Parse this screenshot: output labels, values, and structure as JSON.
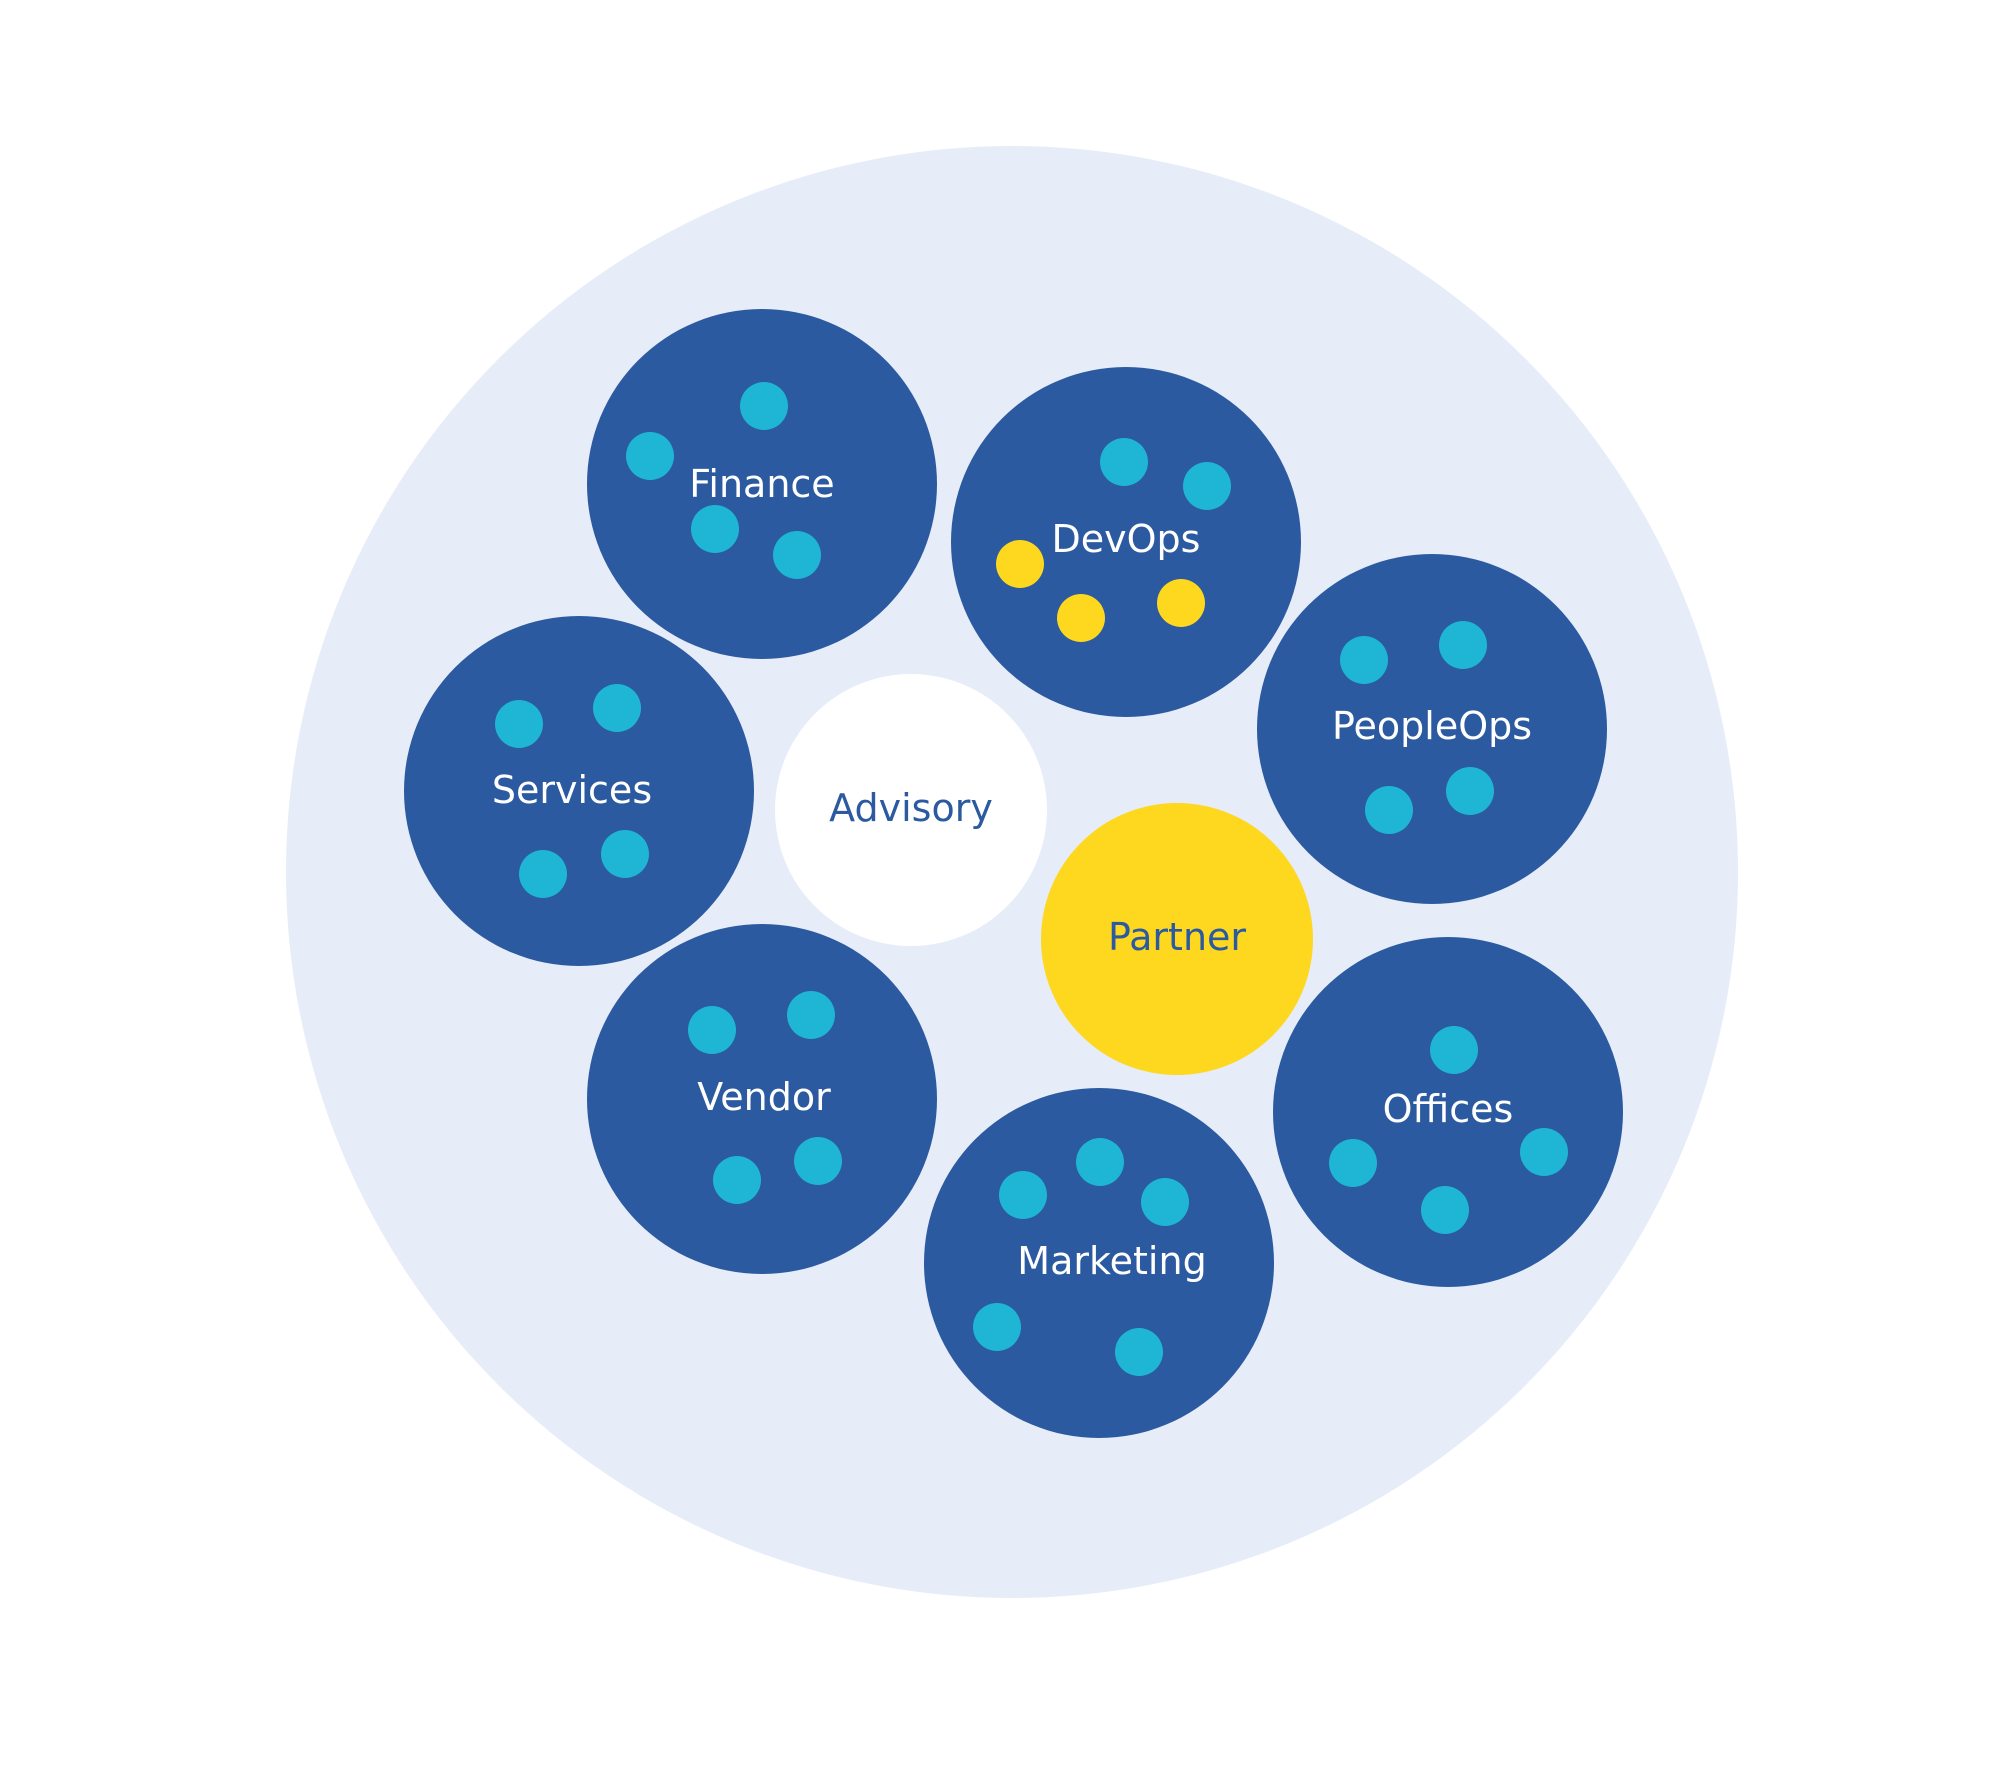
{
  "colors": {
    "background": "#ffffff",
    "outer_circle": "#e6ecf8",
    "department": "#2c5aa0",
    "member": "#1fb6d5",
    "partner_member": "#fdd81f",
    "advisory": "#ffffff",
    "partner": "#fdd81f",
    "center_text": "#2c5aa0",
    "department_text": "#ffffff"
  },
  "departments": [
    {
      "label": "Finance",
      "members": 4,
      "partner_members": 0
    },
    {
      "label": "DevOps",
      "members": 2,
      "partner_members": 3
    },
    {
      "label": "PeopleOps",
      "members": 4,
      "partner_members": 0
    },
    {
      "label": "Services",
      "members": 4,
      "partner_members": 0
    },
    {
      "label": "Offices",
      "members": 4,
      "partner_members": 0
    },
    {
      "label": "Vendor",
      "members": 4,
      "partner_members": 0
    },
    {
      "label": "Marketing",
      "members": 5,
      "partner_members": 0
    }
  ],
  "advisory": {
    "label": "Advisory"
  },
  "partner": {
    "label": "Partner"
  }
}
